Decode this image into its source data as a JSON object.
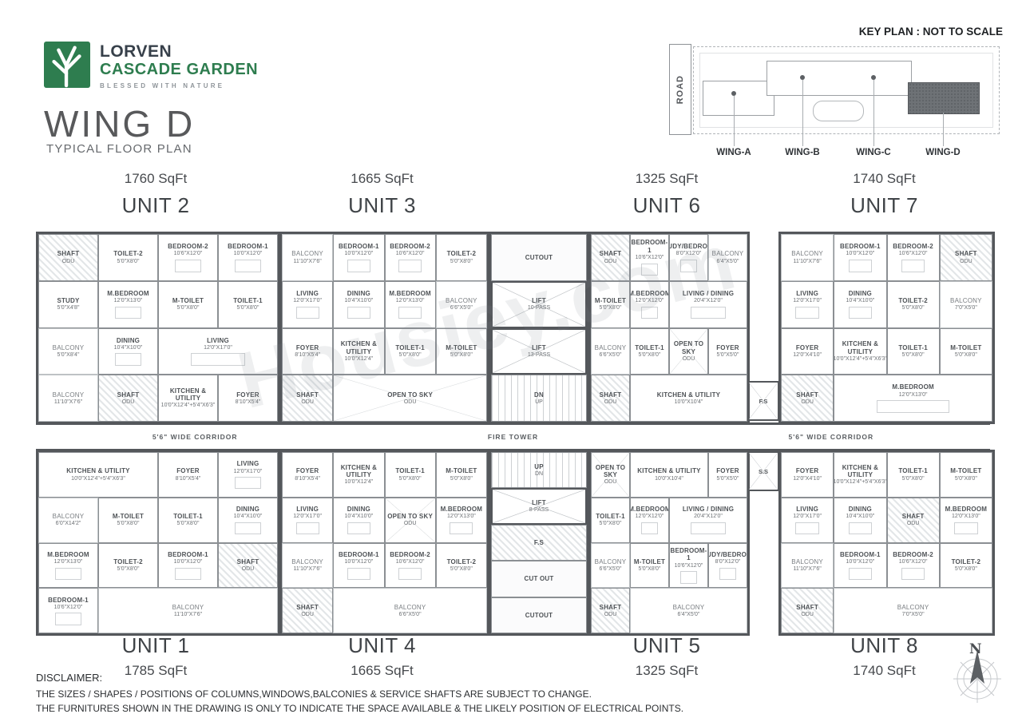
{
  "brand": {
    "name": "LORVEN",
    "project": "CASCADE GARDEN",
    "tagline": "BLESSED WITH NATURE",
    "green": "#2e7d4f"
  },
  "title": {
    "wing": "WING D",
    "subtitle": "TYPICAL FLOOR PLAN"
  },
  "key_plan": {
    "title": "KEY PLAN : NOT TO SCALE",
    "road_label": "ROAD",
    "wing_labels": [
      "WING-A",
      "WING-B",
      "WING-C",
      "WING-D"
    ],
    "highlighted_wing": "WING-D"
  },
  "watermark": "Housiey.com",
  "corridor": {
    "width_label": "5'6\" WIDE CORRIDOR",
    "fire_tower": "FIRE TOWER"
  },
  "shafts": {
    "fs": "F.S",
    "ss": "S.S"
  },
  "core": {
    "upper": [
      {
        "n": "CUTOUT",
        "t": "cut"
      },
      {
        "n": "LIFT",
        "d": "10-PASS",
        "t": "lift"
      },
      {
        "n": "LIFT",
        "d": "13-PASS",
        "t": "lift"
      },
      {
        "n": "DN",
        "d": "UP",
        "t": "stair"
      }
    ],
    "lower": [
      {
        "n": "UP",
        "d": "DN",
        "t": "stair"
      },
      {
        "n": "LIFT",
        "d": "8-PASS",
        "t": "lift"
      },
      {
        "n": "F.S",
        "t": "shaft"
      },
      {
        "n": "CUT OUT",
        "t": "cut"
      },
      {
        "n": "CUTOUT",
        "t": "cut"
      }
    ]
  },
  "units": [
    {
      "id": "unit-2",
      "name": "UNIT 2",
      "sqft": "1760 SqFt",
      "rooms": [
        {
          "n": "SHAFT",
          "d": "ODU",
          "t": "shaft"
        },
        {
          "n": "TOILET-2",
          "d": "5'0\"X8'0\"",
          "t": "toilet"
        },
        {
          "n": "BEDROOM-2",
          "d": "10'6\"X12'0\"",
          "t": "bed"
        },
        {
          "n": "BEDROOM-1",
          "d": "10'0\"X12'0\"",
          "t": "bed"
        },
        {
          "n": "STUDY",
          "d": "5'0\"X4'8\"",
          "t": "study"
        },
        {
          "n": "M.BEDROOM",
          "d": "12'0\"X13'0\"",
          "t": "bed"
        },
        {
          "n": "M-TOILET",
          "d": "5'0\"X8'0\"",
          "t": "toilet"
        },
        {
          "n": "TOILET-1",
          "d": "5'0\"X8'0\"",
          "t": "toilet"
        },
        {
          "n": "BALCONY",
          "d": "5'0\"X8'4\"",
          "t": "balc"
        },
        {
          "n": "DINING",
          "d": "10'4\"X10'0\"",
          "t": "dining"
        },
        {
          "n": "LIVING",
          "d": "12'0\"X17'0\"",
          "t": "living",
          "w": 2
        },
        {
          "n": "BALCONY",
          "d": "11'10\"X7'6\"",
          "t": "balc"
        },
        {
          "n": "SHAFT",
          "d": "ODU",
          "t": "shaft"
        },
        {
          "n": "KITCHEN & UTILITY",
          "d": "10'0\"X12'4\"+5'4\"X6'3\"",
          "t": "kitchen"
        },
        {
          "n": "FOYER",
          "d": "8'10\"X5'4\"",
          "t": "foyer"
        }
      ]
    },
    {
      "id": "unit-3",
      "name": "UNIT 3",
      "sqft": "1665 SqFt",
      "rooms": [
        {
          "n": "BALCONY",
          "d": "11'10\"X7'6\"",
          "t": "balc"
        },
        {
          "n": "BEDROOM-1",
          "d": "10'0\"X12'0\"",
          "t": "bed"
        },
        {
          "n": "BEDROOM-2",
          "d": "10'6\"X12'0\"",
          "t": "bed"
        },
        {
          "n": "TOILET-2",
          "d": "5'0\"X8'0\"",
          "t": "toilet"
        },
        {
          "n": "LIVING",
          "d": "12'0\"X17'0\"",
          "t": "living"
        },
        {
          "n": "DINING",
          "d": "10'4\"X10'0\"",
          "t": "dining"
        },
        {
          "n": "M.BEDROOM",
          "d": "12'0\"X13'0\"",
          "t": "bed"
        },
        {
          "n": "BALCONY",
          "d": "6'6\"X5'0\"",
          "t": "balc"
        },
        {
          "n": "FOYER",
          "d": "8'10\"X5'4\"",
          "t": "foyer"
        },
        {
          "n": "KITCHEN & UTILITY",
          "d": "10'0\"X12'4\"",
          "t": "kitchen"
        },
        {
          "n": "TOILET-1",
          "d": "5'0\"X8'0\"",
          "t": "toilet"
        },
        {
          "n": "M-TOILET",
          "d": "5'0\"X8'0\"",
          "t": "toilet"
        },
        {
          "n": "SHAFT",
          "d": "ODU",
          "t": "shaft"
        },
        {
          "n": "OPEN TO SKY",
          "d": "ODU",
          "t": "open",
          "w": 3
        }
      ]
    },
    {
      "id": "unit-6",
      "name": "UNIT 6",
      "sqft": "1325 SqFt",
      "rooms": [
        {
          "n": "SHAFT",
          "d": "ODU",
          "t": "shaft"
        },
        {
          "n": "BEDROOM-1",
          "d": "10'6\"X12'0\"",
          "t": "bed"
        },
        {
          "n": "STUDY/BEDROOM",
          "d": "8'0\"X12'0\"",
          "t": "bed"
        },
        {
          "n": "BALCONY",
          "d": "6'4\"X5'0\"",
          "t": "balc"
        },
        {
          "n": "M-TOILET",
          "d": "5'0\"X8'0\"",
          "t": "toilet"
        },
        {
          "n": "M.BEDROOM",
          "d": "12'0\"X12'0\"",
          "t": "bed"
        },
        {
          "n": "LIVING / DINING",
          "d": "20'4\"X12'0\"",
          "t": "livdin",
          "w": 2
        },
        {
          "n": "BALCONY",
          "d": "6'6\"X5'0\"",
          "t": "balc"
        },
        {
          "n": "TOILET-1",
          "d": "5'0\"X8'0\"",
          "t": "toilet"
        },
        {
          "n": "OPEN TO SKY",
          "d": "ODU",
          "t": "open"
        },
        {
          "n": "FOYER",
          "d": "5'0\"X5'0\"",
          "t": "foyer"
        },
        {
          "n": "SHAFT",
          "d": "ODU",
          "t": "shaft"
        },
        {
          "n": "KITCHEN & UTILITY",
          "d": "10'0\"X10'4\"",
          "t": "kitchen",
          "w": 3
        }
      ]
    },
    {
      "id": "unit-7",
      "name": "UNIT 7",
      "sqft": "1740 SqFt",
      "rooms": [
        {
          "n": "BALCONY",
          "d": "11'10\"X7'6\"",
          "t": "balc"
        },
        {
          "n": "BEDROOM-1",
          "d": "10'0\"X12'0\"",
          "t": "bed"
        },
        {
          "n": "BEDROOM-2",
          "d": "10'6\"X12'0\"",
          "t": "bed"
        },
        {
          "n": "SHAFT",
          "d": "ODU",
          "t": "shaft"
        },
        {
          "n": "LIVING",
          "d": "12'0\"X17'0\"",
          "t": "living"
        },
        {
          "n": "DINING",
          "d": "10'4\"X10'0\"",
          "t": "dining"
        },
        {
          "n": "TOILET-2",
          "d": "5'0\"X8'0\"",
          "t": "toilet"
        },
        {
          "n": "BALCONY",
          "d": "7'0\"X5'0\"",
          "t": "balc"
        },
        {
          "n": "FOYER",
          "d": "12'0\"X4'10\"",
          "t": "foyer"
        },
        {
          "n": "KITCHEN & UTILITY",
          "d": "10'0\"X12'4\"+5'4\"X6'3\"",
          "t": "kitchen"
        },
        {
          "n": "TOILET-1",
          "d": "5'0\"X8'0\"",
          "t": "toilet"
        },
        {
          "n": "M-TOILET",
          "d": "5'0\"X8'0\"",
          "t": "toilet"
        },
        {
          "n": "SHAFT",
          "d": "ODU",
          "t": "shaft"
        },
        {
          "n": "M.BEDROOM",
          "d": "12'0\"X13'0\"",
          "t": "bed",
          "w": 3
        }
      ]
    },
    {
      "id": "unit-1",
      "name": "UNIT 1",
      "sqft": "1785 SqFt",
      "rooms": [
        {
          "n": "KITCHEN & UTILITY",
          "d": "10'0\"X12'4\"+5'4\"X6'3\"",
          "t": "kitchen",
          "w": 2
        },
        {
          "n": "FOYER",
          "d": "8'10\"X5'4\"",
          "t": "foyer"
        },
        {
          "n": "LIVING",
          "d": "12'0\"X17'0\"",
          "t": "living"
        },
        {
          "n": "BALCONY",
          "d": "6'0\"X14'2\"",
          "t": "balc"
        },
        {
          "n": "M-TOILET",
          "d": "5'0\"X8'0\"",
          "t": "toilet"
        },
        {
          "n": "TOILET-1",
          "d": "5'0\"X8'0\"",
          "t": "toilet"
        },
        {
          "n": "DINING",
          "d": "10'4\"X10'0\"",
          "t": "dining"
        },
        {
          "n": "M.BEDROOM",
          "d": "12'0\"X13'0\"",
          "t": "bed"
        },
        {
          "n": "TOILET-2",
          "d": "5'0\"X8'0\"",
          "t": "toilet"
        },
        {
          "n": "BEDROOM-1",
          "d": "10'0\"X12'0\"",
          "t": "bed"
        },
        {
          "n": "SHAFT",
          "d": "ODU",
          "t": "shaft"
        },
        {
          "n": "BEDROOM-1",
          "d": "10'6\"X12'0\"",
          "t": "bed"
        },
        {
          "n": "BALCONY",
          "d": "11'10\"X7'6\"",
          "t": "balc",
          "w": 3
        }
      ]
    },
    {
      "id": "unit-4",
      "name": "UNIT 4",
      "sqft": "1665 SqFt",
      "rooms": [
        {
          "n": "FOYER",
          "d": "8'10\"X5'4\"",
          "t": "foyer"
        },
        {
          "n": "KITCHEN & UTILITY",
          "d": "10'0\"X12'4\"",
          "t": "kitchen"
        },
        {
          "n": "TOILET-1",
          "d": "5'0\"X8'0\"",
          "t": "toilet"
        },
        {
          "n": "M-TOILET",
          "d": "5'0\"X8'0\"",
          "t": "toilet"
        },
        {
          "n": "LIVING",
          "d": "12'0\"X17'0\"",
          "t": "living"
        },
        {
          "n": "DINING",
          "d": "10'4\"X10'0\"",
          "t": "dining"
        },
        {
          "n": "OPEN TO SKY",
          "d": "ODU",
          "t": "open"
        },
        {
          "n": "M.BEDROOM",
          "d": "12'0\"X13'0\"",
          "t": "bed"
        },
        {
          "n": "BALCONY",
          "d": "11'10\"X7'6\"",
          "t": "balc"
        },
        {
          "n": "BEDROOM-1",
          "d": "10'0\"X12'0\"",
          "t": "bed"
        },
        {
          "n": "BEDROOM-2",
          "d": "10'6\"X12'0\"",
          "t": "bed"
        },
        {
          "n": "TOILET-2",
          "d": "5'0\"X8'0\"",
          "t": "toilet"
        },
        {
          "n": "SHAFT",
          "d": "ODU",
          "t": "shaft"
        },
        {
          "n": "BALCONY",
          "d": "6'6\"X5'0\"",
          "t": "balc",
          "w": 3
        }
      ]
    },
    {
      "id": "unit-5",
      "name": "UNIT 5",
      "sqft": "1325 SqFt",
      "rooms": [
        {
          "n": "OPEN TO SKY",
          "d": "ODU",
          "t": "open"
        },
        {
          "n": "KITCHEN & UTILITY",
          "d": "10'0\"X10'4\"",
          "t": "kitchen",
          "w": 2
        },
        {
          "n": "FOYER",
          "d": "5'0\"X5'0\"",
          "t": "foyer"
        },
        {
          "n": "TOILET-1",
          "d": "5'0\"X8'0\"",
          "t": "toilet"
        },
        {
          "n": "M.BEDROOM",
          "d": "12'0\"X12'0\"",
          "t": "bed"
        },
        {
          "n": "LIVING / DINING",
          "d": "20'4\"X12'0\"",
          "t": "livdin",
          "w": 2
        },
        {
          "n": "BALCONY",
          "d": "6'6\"X5'0\"",
          "t": "balc"
        },
        {
          "n": "M-TOILET",
          "d": "5'0\"X8'0\"",
          "t": "toilet"
        },
        {
          "n": "BEDROOM-1",
          "d": "10'6\"X12'0\"",
          "t": "bed"
        },
        {
          "n": "STUDY/BEDROOM",
          "d": "8'0\"X12'0\"",
          "t": "bed"
        },
        {
          "n": "SHAFT",
          "d": "ODU",
          "t": "shaft"
        },
        {
          "n": "BALCONY",
          "d": "6'4\"X5'0\"",
          "t": "balc",
          "w": 3
        }
      ]
    },
    {
      "id": "unit-8",
      "name": "UNIT 8",
      "sqft": "1740 SqFt",
      "rooms": [
        {
          "n": "FOYER",
          "d": "12'0\"X4'10\"",
          "t": "foyer"
        },
        {
          "n": "KITCHEN & UTILITY",
          "d": "10'0\"X12'4\"+5'4\"X6'3\"",
          "t": "kitchen"
        },
        {
          "n": "TOILET-1",
          "d": "5'0\"X8'0\"",
          "t": "toilet"
        },
        {
          "n": "M-TOILET",
          "d": "5'0\"X8'0\"",
          "t": "toilet"
        },
        {
          "n": "LIVING",
          "d": "12'0\"X17'0\"",
          "t": "living"
        },
        {
          "n": "DINING",
          "d": "10'4\"X10'0\"",
          "t": "dining"
        },
        {
          "n": "SHAFT",
          "d": "ODU",
          "t": "shaft"
        },
        {
          "n": "M.BEDROOM",
          "d": "12'0\"X13'0\"",
          "t": "bed"
        },
        {
          "n": "BALCONY",
          "d": "11'10\"X7'6\"",
          "t": "balc"
        },
        {
          "n": "BEDROOM-1",
          "d": "10'0\"X12'0\"",
          "t": "bed"
        },
        {
          "n": "BEDROOM-2",
          "d": "10'6\"X12'0\"",
          "t": "bed"
        },
        {
          "n": "TOILET-2",
          "d": "5'0\"X8'0\"",
          "t": "toilet"
        },
        {
          "n": "SHAFT",
          "d": "ODU",
          "t": "shaft"
        },
        {
          "n": "BALCONY",
          "d": "7'0\"X5'0\"",
          "t": "balc",
          "w": 3
        }
      ]
    }
  ],
  "disclaimer": {
    "title": "DISCLAIMER:",
    "lines": [
      "THE SIZES / SHAPES / POSITIONS OF COLUMNS,WINDOWS,BALCONIES & SERVICE SHAFTS ARE SUBJECT TO CHANGE.",
      "THE FURNITURES SHOWN IN THE DRAWING IS ONLY TO INDICATE THE SPACE AVAILABLE & THE LIKELY POSITION OF ELECTRICAL POINTS."
    ]
  },
  "compass": {
    "north_label": "N"
  }
}
